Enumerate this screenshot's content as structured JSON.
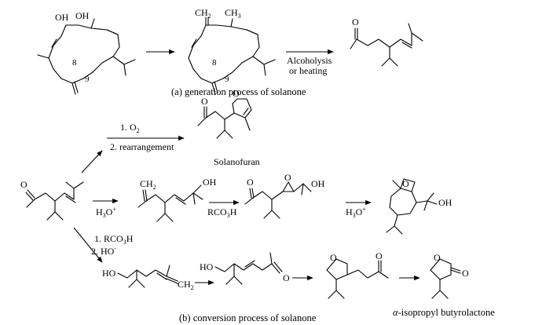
{
  "structure_labels": {
    "precursor_a_oh1": "OH",
    "precursor_a_oh2": "OH",
    "precursor_a_c8": "8",
    "precursor_a_c9": "9",
    "precursor_b_ch2": "CH",
    "precursor_b_ch2_sub": "2",
    "precursor_b_ch3": "CH",
    "precursor_b_ch3_sub": "3",
    "precursor_b_c8": "8",
    "precursor_b_c9": "9",
    "solanone_o": "O",
    "solanone_left_o": "O",
    "solanofuran_ketone_o": "O",
    "solanofuran_ring_o": "O",
    "row2_ch2": "CH",
    "row2_ch2_sub": "2",
    "row2_oh": "OH",
    "epoxy_ketone_o": "O",
    "epoxy_o": "O",
    "epoxy_oh": "OH",
    "bicyclic_o": "O",
    "bicyclic_oh": "OH",
    "row3_ho": "HO",
    "row3_ch2": "CH",
    "row3_ch2_sub": "2",
    "enone_ho": "HO",
    "enone_o": "O",
    "thf_o": "O",
    "thf_ketone_o": "O",
    "lactone_ring_o": "O",
    "lactone_carbonyl_o": "O"
  },
  "reagents": {
    "alcoholysis": "Alcoholysis",
    "or_heating": "or heating",
    "step1_o2_prefix": "1. O",
    "step1_o2_sub": "2",
    "step2_rearr": "2. rearrangement",
    "h3o_a": "H",
    "h3o_a_sub": "3",
    "h3o_a_tail": "O",
    "h3o_a_sup": "+",
    "rco3h_a": "RCO",
    "rco3h_a_sub": "3",
    "rco3h_a_tail": "H",
    "h3o_b": "H",
    "h3o_b_sub": "3",
    "h3o_b_tail": "O",
    "h3o_b_sup": "+",
    "rco3h_b": "1. RCO",
    "rco3h_b_sub": "3",
    "rco3h_b_tail": "H",
    "ho_minus": "2. HO",
    "ho_minus_sup": "-"
  },
  "captions": {
    "caption_a": "(a)  generation process of solanone",
    "solanofuran": "Solanofuran",
    "caption_b": "(b)  conversion process of solanone",
    "lactone_prefix": "α",
    "lactone_name": "-isopropyl butyrolactone"
  }
}
